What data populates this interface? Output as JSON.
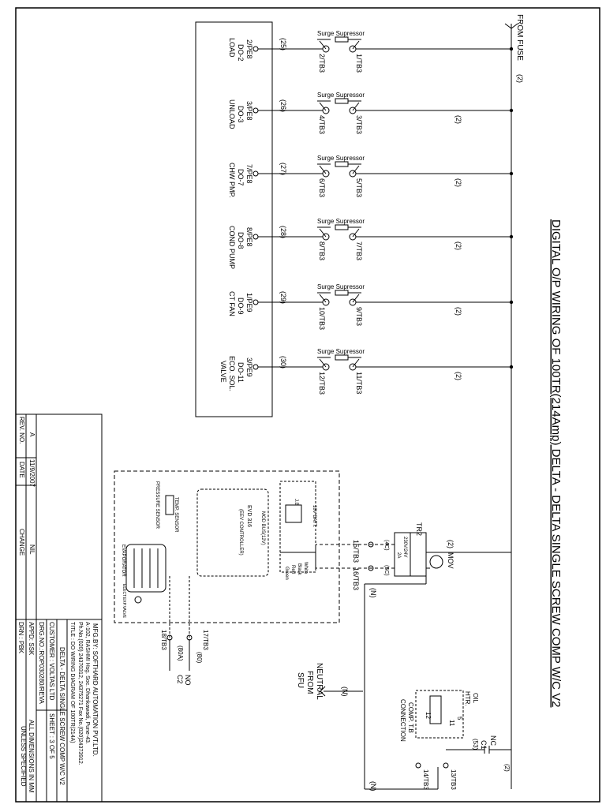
{
  "title": "DIGITAL O/P WIRING OF 100TR(214Amp)  DELTA - DELTA SINGLE SCREW COMP W/C V2",
  "from_fuse": "FROM FUSE",
  "from_fuse_wire": "(2)",
  "neutral": {
    "line1": "NEUTRAL",
    "line2": "FROM",
    "line3": "SFU",
    "wire": "(N)"
  },
  "outputs": [
    {
      "wire": "(25)",
      "supressor": "Surge Supressor",
      "tb_in": "1/TB3",
      "tb_out": "2/TB3",
      "line_wire": "",
      "pe": "2/PE8",
      "do": "DO-2",
      "name": "LOAD",
      "name2": ""
    },
    {
      "wire": "(26)",
      "supressor": "Surge Supressor",
      "tb_in": "3/TB3",
      "tb_out": "4/TB3",
      "line_wire": "(2)",
      "pe": "3/PE8",
      "do": "DO-3",
      "name": "UNLOAD",
      "name2": ""
    },
    {
      "wire": "(27)",
      "supressor": "Surge Supressor",
      "tb_in": "5/TB3",
      "tb_out": "6/TB3",
      "line_wire": "(2)",
      "pe": "7/PE8",
      "do": "DO-7",
      "name": "CHW PMP.",
      "name2": ""
    },
    {
      "wire": "(28)",
      "supressor": "Surge Supressor",
      "tb_in": "7/TB3",
      "tb_out": "8/TB3",
      "line_wire": "(2)",
      "pe": "8/PE8",
      "do": "DO-8",
      "name": "COND PUMP",
      "name2": ""
    },
    {
      "wire": "(29)",
      "supressor": "Surge Supressor",
      "tb_in": "9/TB3",
      "tb_out": "10/TB3",
      "line_wire": "(2)",
      "pe": "1/PE9",
      "do": "DO-9",
      "name": "CT FAN",
      "name2": ""
    },
    {
      "wire": "(30)",
      "supressor": "Surge Supressor",
      "tb_in": "11/TB3",
      "tb_out": "12/TB3",
      "line_wire": "(2)",
      "pe": "3/PE9",
      "do": "DO-11",
      "name": "ECO. SOL.",
      "name2": "VALVE"
    }
  ],
  "transformer": {
    "name": "TR2",
    "primary": "230V/24V",
    "sec": "2A",
    "w_in": "(4C)",
    "w_out": "(5C)",
    "tb1": "15/TB3",
    "tb2": "16/TB3",
    "wire_top": "(2)",
    "neutral_wire": "(N)"
  },
  "mov": "MOV",
  "controller": {
    "battery": "18V BATT.",
    "jb": "J.B",
    "bus": "MOD BUS(12V)",
    "model": "EVD 316",
    "desc": "(EEV CONTROLLER)",
    "wire_colors": [
      "White",
      "Black",
      "Red",
      "Green"
    ],
    "pressure_sensor": "PRESSURE SENSOR",
    "temp_sensor": "TEMP. SENSOR",
    "evaporator": "EVAPORATOR",
    "valve": "ELECT.EXP.VALVE",
    "tb_a": "17/TB3",
    "tb_b": "18/TB3",
    "wire_a": "(80)",
    "wire_b": "(80A)",
    "no": "NO",
    "c2": "C2"
  },
  "oil_heater": {
    "label1": "OIL",
    "label2": "HTR.",
    "comp_label1": "COMP. T.B",
    "comp_label2": "CONNECTION",
    "t5": "5",
    "t11": "11",
    "t12": "12",
    "nc": "NC",
    "c1": "C1",
    "wire53": "(53)",
    "wire2": "(2)",
    "tb13": "13/TB3",
    "tb14": "14/TB3",
    "neutral_wire": "(N)"
  },
  "title_block": {
    "rev_a": "A",
    "rev_date": "11/9/2007",
    "rev_change": "NIL",
    "rev_no_label": "REV. NO.",
    "date_label": "DATE",
    "change_label": "CHANGE",
    "mfg": "MFG.BY: SOFTHARD AUTOMATION PVT.LTD.",
    "address": "A-102, RASHMI Hsg. Soc. Dhankawadi, Pune-43.",
    "phone": "Ph.No.(020) 24370312, 24375271 Fax No.(020)24373912.",
    "drg_title": "TITLE : DO WIRING DIAGRAM OF 100TR(214A)",
    "drg_subtitle": "DELTA - DELTA SINGLE SCREW COMP W/C V2",
    "customer": "CUSTOMER : VOLTAS LTD",
    "sheet": "SHEET : 3 OF 5",
    "drg_no": "DRG.NO.:ROP030280/REVA",
    "appd": "APPD: SSK",
    "drn": "DRN : PBK",
    "dims1": "ALL DIMENSIONS IN MM",
    "dims2": "UNLESS SPECIFIED"
  }
}
